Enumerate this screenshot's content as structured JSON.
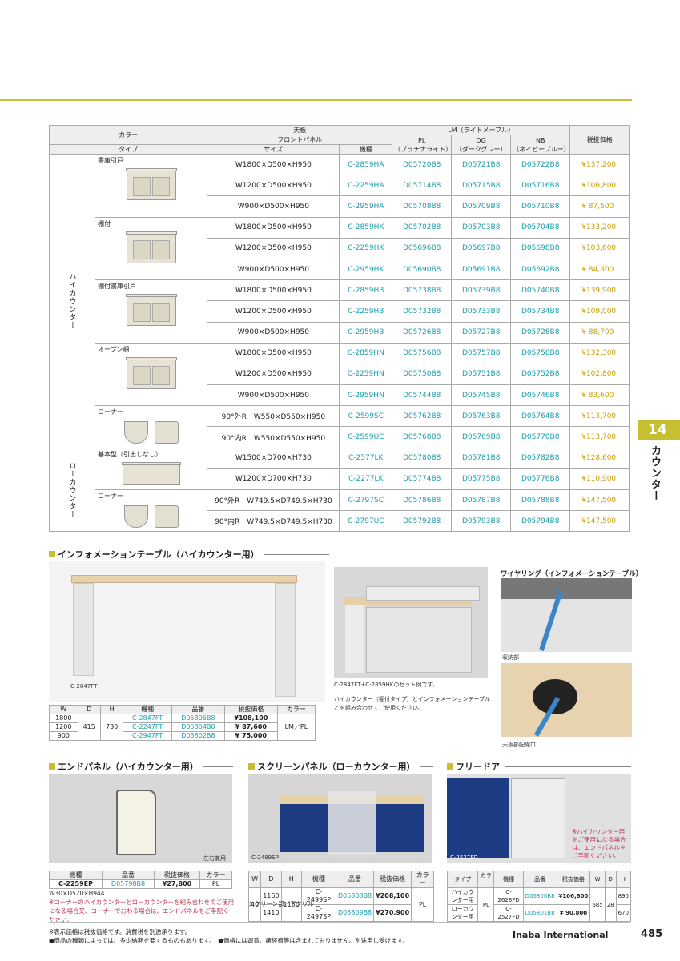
{
  "header": {
    "color_label": "カラー",
    "type_label": "タイプ",
    "top_label": "天板",
    "front_label": "フロントパネル",
    "size_label": "サイズ",
    "model_label": "機種",
    "lm_label": "LM（ライトメープル）",
    "pl_label": "PL",
    "pl_sub": "（プラチナライト）",
    "dg_label": "DG",
    "dg_sub": "（ダークグレー）",
    "nb_label": "NB",
    "nb_sub": "（ネイビーブルー）",
    "price_label": "税抜価格"
  },
  "groups": [
    {
      "label": "ハイカウンター",
      "types": [
        {
          "name": "書庫引戸",
          "rows": [
            {
              "size": "W1800×D500×H950",
              "model": "C-2859HA",
              "pl": "D05720B8",
              "dg": "D05721B8",
              "nb": "D05722B8",
              "price": "¥137,200"
            },
            {
              "size": "W1200×D500×H950",
              "model": "C-2259HA",
              "pl": "D05714B8",
              "dg": "D05715B8",
              "nb": "D05716B8",
              "price": "¥106,800"
            },
            {
              "size": "W900×D500×H950",
              "model": "C-2959HA",
              "pl": "D05708B8",
              "dg": "D05709B8",
              "nb": "D05710B8",
              "price": "¥ 87,500"
            }
          ]
        },
        {
          "name": "棚付",
          "rows": [
            {
              "size": "W1800×D500×H950",
              "model": "C-2859HK",
              "pl": "D05702B8",
              "dg": "D05703B8",
              "nb": "D05704B8",
              "price": "¥133,200"
            },
            {
              "size": "W1200×D500×H950",
              "model": "C-2259HK",
              "pl": "D05696B8",
              "dg": "D05697B8",
              "nb": "D05698B8",
              "price": "¥103,600"
            },
            {
              "size": "W900×D500×H950",
              "model": "C-2959HK",
              "pl": "D05690B8",
              "dg": "D05691B8",
              "nb": "D05692B8",
              "price": "¥ 84,300"
            }
          ]
        },
        {
          "name": "棚付書庫引戸",
          "rows": [
            {
              "size": "W1800×D500×H950",
              "model": "C-2859HB",
              "pl": "D05738B8",
              "dg": "D05739B8",
              "nb": "D05740B8",
              "price": "¥139,900"
            },
            {
              "size": "W1200×D500×H950",
              "model": "C-2259HB",
              "pl": "D05732B8",
              "dg": "D05733B8",
              "nb": "D05734B8",
              "price": "¥109,000"
            },
            {
              "size": "W900×D500×H950",
              "model": "C-2959HB",
              "pl": "D05726B8",
              "dg": "D05727B8",
              "nb": "D05728B8",
              "price": "¥ 88,700"
            }
          ]
        },
        {
          "name": "オープン棚",
          "rows": [
            {
              "size": "W1800×D500×H950",
              "model": "C-2859HN",
              "pl": "D05756B8",
              "dg": "D05757B8",
              "nb": "D05758B8",
              "price": "¥132,300"
            },
            {
              "size": "W1200×D500×H950",
              "model": "C-2259HN",
              "pl": "D05750B8",
              "dg": "D05751B8",
              "nb": "D05752B8",
              "price": "¥102,800"
            },
            {
              "size": "W900×D500×H950",
              "model": "C-2959HN",
              "pl": "D05744B8",
              "dg": "D05745B8",
              "nb": "D05746B8",
              "price": "¥ 83,600"
            }
          ]
        },
        {
          "name": "コーナー",
          "rows": [
            {
              "size": "90°外R　W550×D550×H950",
              "model": "C-2599SC",
              "pl": "D05762B8",
              "dg": "D05763B8",
              "nb": "D05764B8",
              "price": "¥113,700"
            },
            {
              "size": "90°内R　W550×D550×H950",
              "model": "C-2599UC",
              "pl": "D05768B8",
              "dg": "D05769B8",
              "nb": "D05770B8",
              "price": "¥113,700"
            }
          ]
        }
      ]
    },
    {
      "label": "ローカウンター",
      "types": [
        {
          "name": "基本型（引出しなし）",
          "rows": [
            {
              "size": "W1500×D700×H730",
              "model": "C-2577LK",
              "pl": "D05780B8",
              "dg": "D05781B8",
              "nb": "D05782B8",
              "price": "¥128,600"
            },
            {
              "size": "W1200×D700×H730",
              "model": "C-2277LK",
              "pl": "D05774B8",
              "dg": "D05775B8",
              "nb": "D05776B8",
              "price": "¥110,900"
            }
          ]
        },
        {
          "name": "コーナー",
          "rows": [
            {
              "size": "90°外R　W749.5×D749.5×H730",
              "model": "C-2797SC",
              "pl": "D05786B8",
              "dg": "D05787B8",
              "nb": "D05788B8",
              "price": "¥147,500"
            },
            {
              "size": "90°内R　W749.5×D749.5×H730",
              "model": "C-2797UC",
              "pl": "D05792B8",
              "dg": "D05793B8",
              "nb": "D05794B8",
              "price": "¥147,500"
            }
          ]
        }
      ]
    }
  ],
  "side_tab": {
    "number": "14",
    "label": "カウンター"
  },
  "info_table": {
    "title": "インフォメーションテーブル（ハイカウンター用）",
    "photo_caption": "C-2847FT",
    "set_caption": "C-2847FT+C-2859HKのセット例です。",
    "set_note": "ハイカウンター（棚付タイプ）とインフォメーションテーブルとを組み合わせてご使用ください。",
    "wiring_title": "ワイヤリング（インフォメーションテーブル）",
    "wiring_cap1": "収納部",
    "wiring_cap2": "天板部配線口",
    "headers": [
      "W",
      "D",
      "H",
      "機種",
      "品番",
      "税抜価格",
      "カラー"
    ],
    "rows": [
      {
        "w": "1800",
        "model": "C-2847FT",
        "code": "D05806B8",
        "price": "¥108,100"
      },
      {
        "w": "1200",
        "model": "C-2247FT",
        "code": "D05804B8",
        "price": "¥ 87,600"
      },
      {
        "w": "900",
        "model": "C-2947FT",
        "code": "D05802B8",
        "price": "¥ 75,000"
      }
    ],
    "d": "415",
    "h": "730",
    "color": "LM／PL"
  },
  "end_panel": {
    "title": "エンドパネル（ハイカウンター用）",
    "photo_caption": "左右兼用",
    "headers": [
      "機種",
      "品番",
      "税抜価格",
      "カラー"
    ],
    "model": "C-2259EP",
    "code": "D05798B8",
    "price": "¥27,800",
    "color": "PL",
    "size": "W30×D520×H944",
    "note": "※コーナーのハイカウンターとローカウンターを組み合わせてご使用になる場合又、コーナーでおわる場合は、エンドパネルをご手配ください。"
  },
  "screen_panel": {
    "title": "スクリーンパネル（ローカウンター用）",
    "photo_caption": "C-2499SP",
    "headers": [
      "W",
      "D",
      "H",
      "機種",
      "品番",
      "税抜価格",
      "カラー"
    ],
    "rows": [
      {
        "d": "1160",
        "model": "C-2499SP",
        "code": "D05808B8",
        "price": "¥208,100"
      },
      {
        "d": "1410",
        "model": "C-2497SP",
        "code": "D05809B8",
        "price": "¥270,900"
      }
    ],
    "w": "40",
    "h": "1150",
    "color": "PL",
    "note": "スクリーン部／アクリル"
  },
  "free_door": {
    "title": "フリードア",
    "photo_caption": "C-2527FD",
    "photo_note": "※ハイカウンター用をご使用になる場合は、エンドパネルをご手配ください。",
    "headers": [
      "タイプ",
      "カラー",
      "機種",
      "品番",
      "税抜価格",
      "W",
      "D",
      "H"
    ],
    "rows": [
      {
        "type": "ハイカウンター用",
        "model": "C-2628FD",
        "code": "D05800B8",
        "price": "¥106,800",
        "h": "890"
      },
      {
        "type": "ローカウンター用",
        "model": "C-2527FD",
        "code": "D05801B8",
        "price": "¥ 90,800",
        "h": "670"
      }
    ],
    "color": "PL",
    "w": "685",
    "d": "28"
  },
  "footer": {
    "line1": "※表示価格は税抜価格です。消費税を別途承ります。",
    "line2": "●商品の種類によっては、多少納期を要するものもあります。　●価格には運賃、諸経費等は含まれておりません。別途申し受けます。",
    "brand": "Inaba International",
    "page": "485"
  },
  "colors": {
    "accent": "#c8bf30",
    "code": "#1a9fae",
    "price": "#c8a000"
  }
}
